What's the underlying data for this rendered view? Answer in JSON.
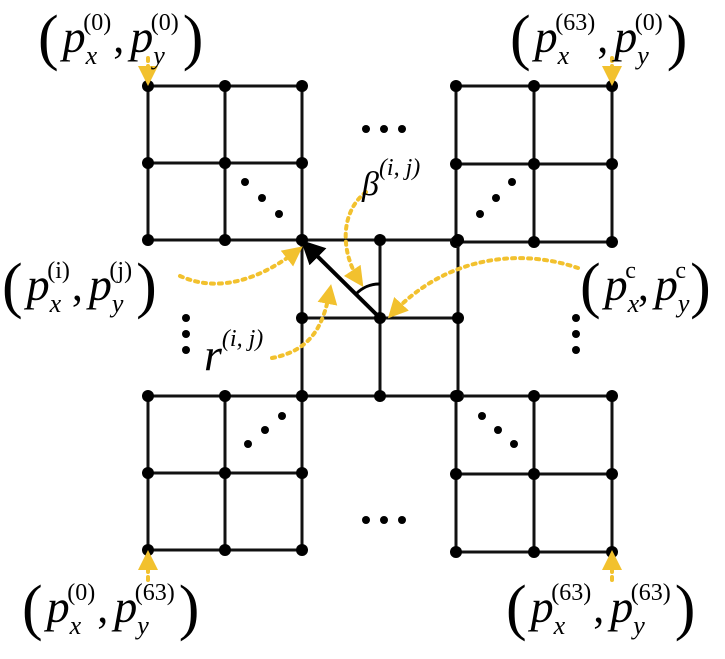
{
  "colors": {
    "grid": "#111111",
    "node": "#000000",
    "arrow_yellow": "#f2c12e"
  },
  "labels": {
    "top_left": {
      "base_x": "p",
      "sub_x": "x",
      "sup_x": "(0)",
      "base_y": "p",
      "sub_y": "y",
      "sup_y": "(0)"
    },
    "top_right": {
      "base_x": "p",
      "sub_x": "x",
      "sup_x": "(63)",
      "base_y": "p",
      "sub_y": "y",
      "sup_y": "(0)"
    },
    "middle_left": {
      "base_x": "p",
      "sub_x": "x",
      "sup_x": "(i)",
      "base_y": "p",
      "sub_y": "y",
      "sup_y": "(j)"
    },
    "middle_right": {
      "base_x": "p",
      "sub_x": "x",
      "sup_x": "c",
      "base_y": "p",
      "sub_y": "y",
      "sup_y": "c"
    },
    "bottom_left": {
      "base_x": "p",
      "sub_x": "x",
      "sup_x": "(0)",
      "base_y": "p",
      "sub_y": "y",
      "sup_y": "(63)"
    },
    "bottom_right": {
      "base_x": "p",
      "sub_x": "x",
      "sup_x": "(63)",
      "base_y": "p",
      "sub_y": "y",
      "sup_y": "(63)"
    },
    "beta": {
      "base": "β",
      "sup": "(i, j)"
    },
    "r": {
      "base": "r",
      "sup": "(i, j)"
    }
  },
  "ellipsis": "· · ·",
  "punct": {
    "open": "(",
    "close": ")",
    "comma": ","
  },
  "icons": {
    "node": "filled-circle",
    "arrow": "dotted-yellow-arrow",
    "angle": "arc"
  }
}
